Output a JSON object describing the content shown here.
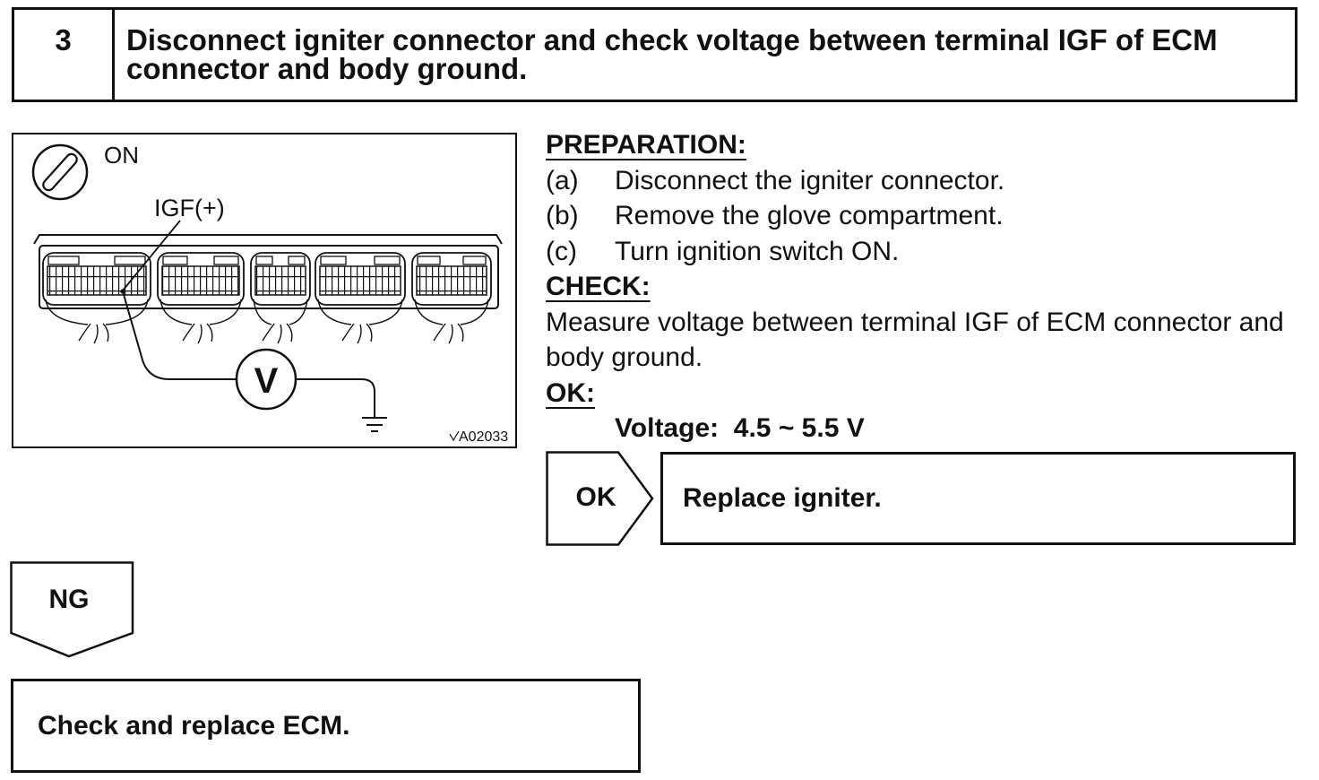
{
  "step": {
    "number": "3",
    "title": "Disconnect igniter connector and check voltage between terminal IGF of ECM connector and body ground."
  },
  "figure": {
    "ignition_label": "ON",
    "terminal_label": "IGF(+)",
    "meter_symbol": "V",
    "figure_code": "A02033",
    "icons": {
      "ignition": "ignition-key-icon",
      "meter": "voltmeter-icon",
      "ground": "ground-icon"
    }
  },
  "preparation": {
    "heading": "PREPARATION:",
    "steps": [
      {
        "label": "(a)",
        "text": "Disconnect the igniter connector."
      },
      {
        "label": "(b)",
        "text": "Remove the glove compartment."
      },
      {
        "label": "(c)",
        "text": "Turn ignition switch ON."
      }
    ]
  },
  "check": {
    "heading": "CHECK:",
    "text": "Measure voltage between terminal IGF of ECM connector and body ground."
  },
  "ok_criteria": {
    "heading": "OK:",
    "spec": "Voltage:  4.5 ~ 5.5 V"
  },
  "results": {
    "ok": {
      "label": "OK",
      "action": "Replace igniter."
    },
    "ng": {
      "label": "NG",
      "action": "Check and replace ECM."
    }
  }
}
